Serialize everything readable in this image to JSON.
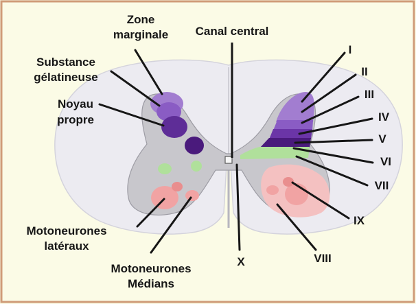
{
  "labels": {
    "zone_marginale": [
      "Zone",
      "marginale"
    ],
    "substance_gelatineuse": [
      "Substance",
      "gélatineuse"
    ],
    "noyau_propre": [
      "Noyau",
      "propre"
    ],
    "canal_central": "Canal central",
    "motoneurones_lateraux": [
      "Motoneurones",
      "latéraux"
    ],
    "motoneurones_medians": [
      "Motoneurones",
      "Médians"
    ],
    "lamina_x": "X"
  },
  "laminae": [
    "I",
    "II",
    "III",
    "IV",
    "V",
    "VI",
    "VII",
    "VIII",
    "IX"
  ],
  "colors": {
    "background": "#fbfbe6",
    "border": "#cf9b78",
    "white_matter": "#ecebf1",
    "gray_matter": "#c8c7cc",
    "lamina_I": "#a27dd0",
    "lamina_II": "#8a5cc4",
    "lamina_III_IV": "#6b35a7",
    "lamina_V": "#4a1a7c",
    "lamina_VI": "#b0e09b",
    "motor_nuclei": "#f1a3a3",
    "lines": "#161616"
  }
}
